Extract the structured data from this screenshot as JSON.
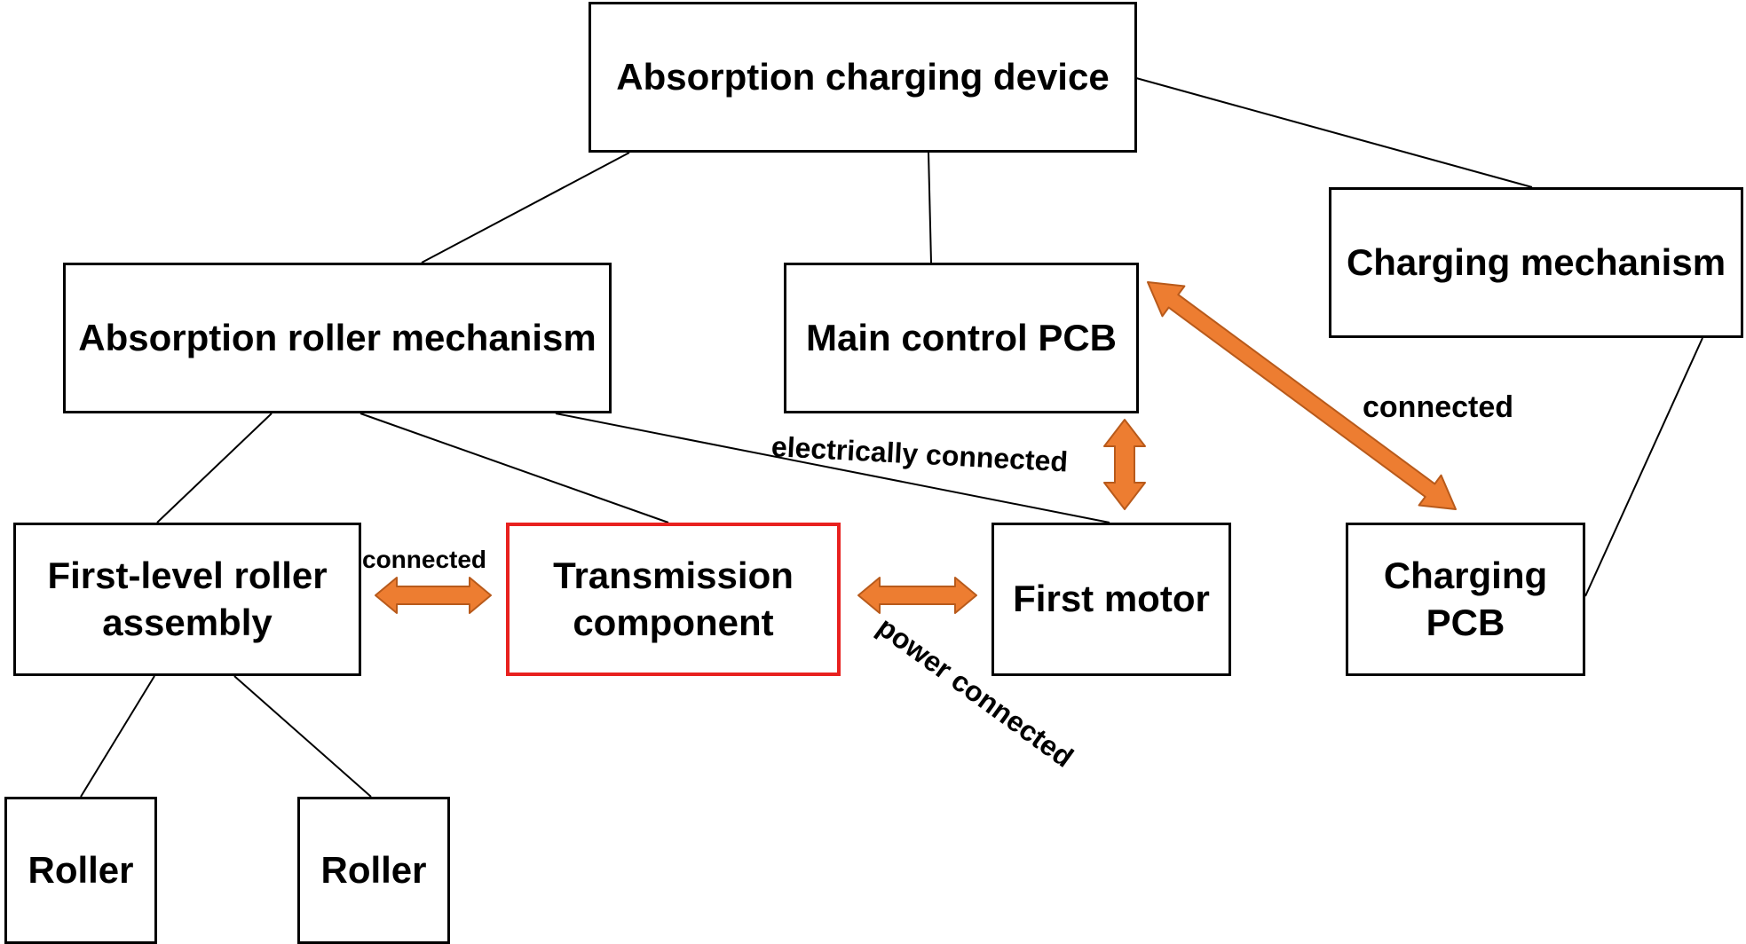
{
  "nodes": {
    "absorption_charging_device": "Absorption charging device",
    "absorption_roller_mechanism": "Absorption roller mechanism",
    "main_control_pcb": "Main control PCB",
    "charging_mechanism": "Charging mechanism",
    "first_level_roller_assembly": "First-level roller assembly",
    "transmission_component": "Transmission component",
    "first_motor": "First motor",
    "charging_pcb": "Charging PCB",
    "roller_1": "Roller",
    "roller_2": "Roller"
  },
  "edge_labels": {
    "electrically_connected": "electrically connected",
    "connected_charging": "connected",
    "connected_roller": "connected",
    "power_connected": "power connected"
  },
  "colors": {
    "arrow_fill": "#ed7d31",
    "arrow_stroke": "#b85a1b",
    "highlight_border": "#e8211f",
    "line": "#000000"
  }
}
